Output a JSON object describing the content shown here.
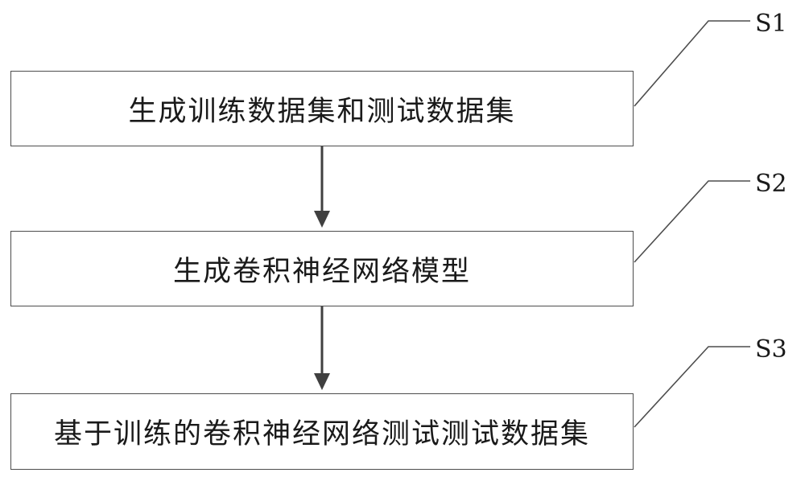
{
  "steps": [
    {
      "id": "S1",
      "text": "生成训练数据集和测试数据集"
    },
    {
      "id": "S2",
      "text": "生成卷积神经网络模型"
    },
    {
      "id": "S3",
      "text": "基于训练的卷积神经网络测试测试数据集"
    }
  ],
  "colors": {
    "line": "#4d4d4d",
    "arrow": "#404040",
    "text": "#1a1a1a",
    "background": "#ffffff"
  }
}
